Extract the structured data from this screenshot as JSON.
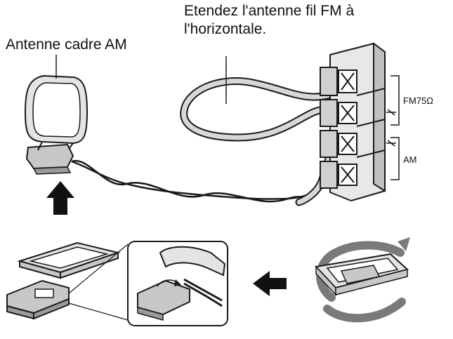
{
  "labels": {
    "fm_instruction_line1": "Etendez l'antenne fil FM à",
    "fm_instruction_line2": "l'horizontale.",
    "am_loop_antenna": "Antenne cadre AM",
    "fm_terminal": "FM75Ω",
    "am_terminal": "AM"
  },
  "colors": {
    "line": "#1a1a1a",
    "fill_light": "#e4e4e4",
    "fill_mid": "#c8c8c8",
    "fill_dark": "#9a9a9a",
    "arrow": "#111111",
    "rotate_arrow": "#7a7a7a"
  }
}
